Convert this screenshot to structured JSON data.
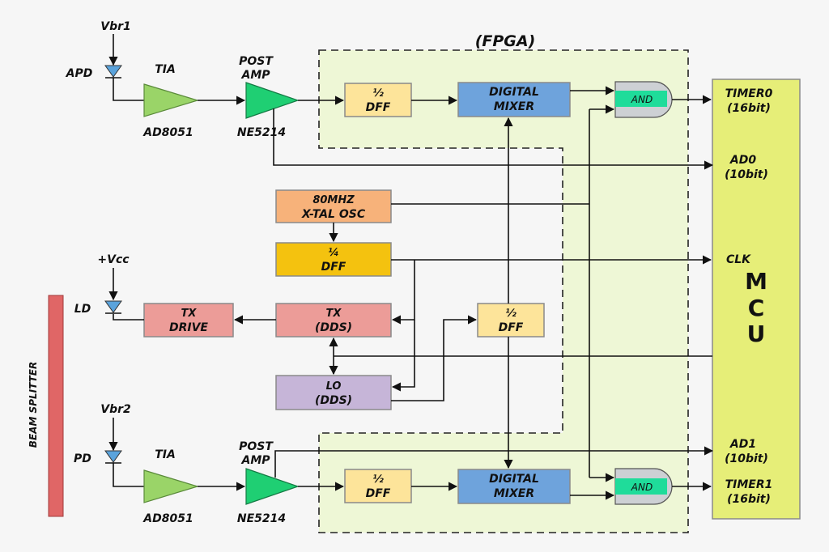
{
  "fpga_label": "(FPGA)",
  "top": {
    "vbias": "Vbr1",
    "diode": "APD",
    "tia": "TIA",
    "tia_part": "AD8051",
    "post_amp_line1": "POST",
    "post_amp_line2": "AMP",
    "post_amp_part": "NE5214",
    "dff_line1": "½",
    "dff_line2": "DFF",
    "mixer_line1": "DIGITAL",
    "mixer_line2": "MIXER",
    "and_label": "AND"
  },
  "bottom": {
    "vbias": "Vbr2",
    "diode": "PD",
    "tia": "TIA",
    "tia_part": "AD8051",
    "post_amp_line1": "POST",
    "post_amp_line2": "AMP",
    "post_amp_part": "NE5214",
    "dff_line1": "½",
    "dff_line2": "DFF",
    "mixer_line1": "DIGITAL",
    "mixer_line2": "MIXER",
    "and_label": "AND"
  },
  "osc": {
    "line1": "80MHZ",
    "line2": "X-TAL OSC"
  },
  "quarter_dff": {
    "line1": "¼",
    "line2": "DFF"
  },
  "tx_dds": {
    "line1": "TX",
    "line2": "(DDS)"
  },
  "lo_dds": {
    "line1": "LO",
    "line2": "(DDS)"
  },
  "half_dff_mid": {
    "line1": "½",
    "line2": "DFF"
  },
  "tx_drive": {
    "line1": "TX",
    "line2": "DRIVE"
  },
  "vcc": "+Vcc",
  "ld": "LD",
  "beam_splitter": "BEAM SPLITTER",
  "mcu": {
    "letters": [
      "M",
      "C",
      "U"
    ]
  },
  "mcu_ports": [
    {
      "line1": "TIMER0",
      "line2": "(16bit)"
    },
    {
      "line1": "AD0",
      "line2": "(10bit)"
    },
    {
      "line1": "CLK",
      "line2": ""
    },
    {
      "line1": "AD1",
      "line2": "(10bit)"
    },
    {
      "line1": "TIMER1",
      "line2": "(16bit)"
    }
  ],
  "colors": {
    "fpga_fill": "#eef7d6",
    "mcu_fill": "#e6ee78",
    "tia_fill": "#9ad468",
    "post_amp_fill": "#1fcf73",
    "half_dff_fill": "#fde49a",
    "quarter_dff_fill": "#f4c20f",
    "mixer_fill": "#6ea3dc",
    "and_fill": "#cdd0d4",
    "and_label_fill": "#1fdc9a",
    "osc_fill": "#f7b27a",
    "tx_fill": "#ec9c98",
    "lo_fill": "#c6b5d8",
    "beam_splitter_fill": "#e06666",
    "diode_fill": "#5aa3dc"
  }
}
